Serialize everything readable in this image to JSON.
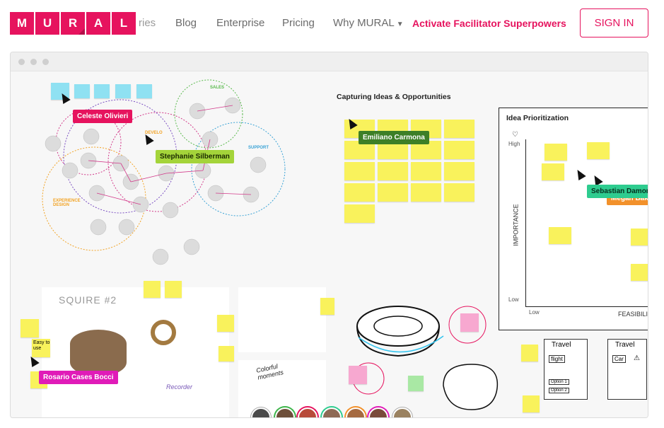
{
  "nav": {
    "logo_letters": [
      "M",
      "U",
      "R",
      "A",
      "L"
    ],
    "partial_link": "ries",
    "links": [
      "Blog",
      "Enterprise",
      "Pricing"
    ],
    "dropdown_link": "Why MURAL",
    "cta": "Activate Facilitator Superpowers",
    "signin": "SIGN IN"
  },
  "board": {
    "sections": {
      "capturing": "Capturing Ideas & Opportunities",
      "prioritization": "Idea Prioritization"
    },
    "venn_labels": {
      "sales": "SALES",
      "support": "SUPPORT",
      "experience": "EXPERIENCE\nDESIGN",
      "develop": "DEVELO"
    },
    "axis": {
      "y_label": "IMPORTANCE",
      "y_high": "High",
      "y_low": "Low",
      "x_low": "Low",
      "x_label": "FEASIBILI"
    },
    "collaborators": [
      {
        "name": "Celeste Olivieri",
        "color": "#e6135e"
      },
      {
        "name": "Stephanie Silberman",
        "color": "#a4d43a"
      },
      {
        "name": "Emiliano Carmona",
        "color": "#3d7f27"
      },
      {
        "name": "Sebastian Damore",
        "color": "#2ecc8f"
      },
      {
        "name": "Megan Bake",
        "color": "#f2912b"
      },
      {
        "name": "Rosario Cases Bocci",
        "color": "#e01bb8"
      }
    ],
    "sketch_texts": {
      "squire": "SQUIRE #2",
      "recorder": "Recorder",
      "colorful": "Colorful\nmoments",
      "easy": "Easy to\nuse",
      "travel1": "Travel",
      "travel2": "Travel",
      "flight": "flight",
      "car": "Car",
      "option1": "Option 1",
      "option2": "Option 2"
    }
  }
}
